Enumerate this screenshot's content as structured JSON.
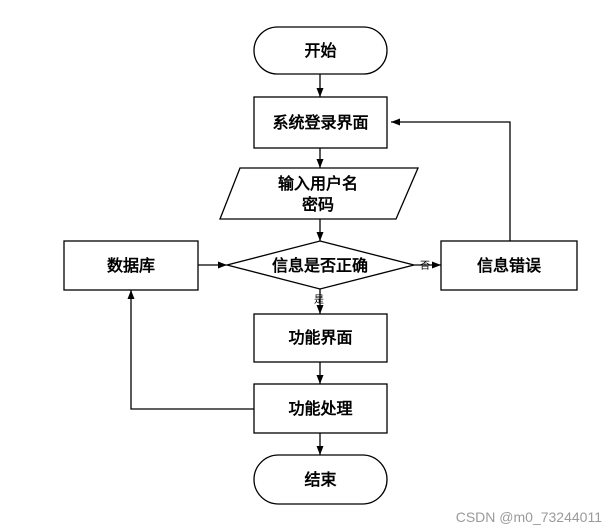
{
  "nodes": {
    "start": "开始",
    "login": "系统登录界面",
    "input_line1": "输入用户名",
    "input_line2": "密码",
    "check": "信息是否正确",
    "error": "信息错误",
    "database": "数据库",
    "function_ui": "功能界面",
    "function_process": "功能处理",
    "end": "结束"
  },
  "edges": {
    "no": "否",
    "yes": "是"
  },
  "watermark": "CSDN @m0_73244011"
}
